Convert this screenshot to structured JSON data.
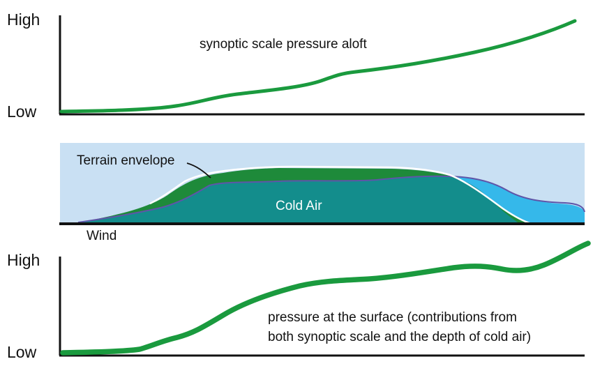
{
  "top_panel": {
    "axis_high": "High",
    "axis_low": "Low",
    "caption": "synoptic scale pressure aloft"
  },
  "middle_panel": {
    "terrain_label": "Terrain envelope",
    "cold_air_label": "Cold Air",
    "wind_label": "Wind"
  },
  "bottom_panel": {
    "axis_high": "High",
    "axis_low": "Low",
    "caption_line1": "pressure at the surface (contributions from",
    "caption_line2": "both synoptic scale and the depth of cold air)"
  },
  "colors": {
    "pressure_curve": "#1a9a3e",
    "sky": "#c9e0f3",
    "terrain_green": "#1e8a3a",
    "cold_air": "#138d8c",
    "spill_blue": "#35b8ea",
    "edge_purple": "#5f55a8",
    "axis": "#111111"
  }
}
